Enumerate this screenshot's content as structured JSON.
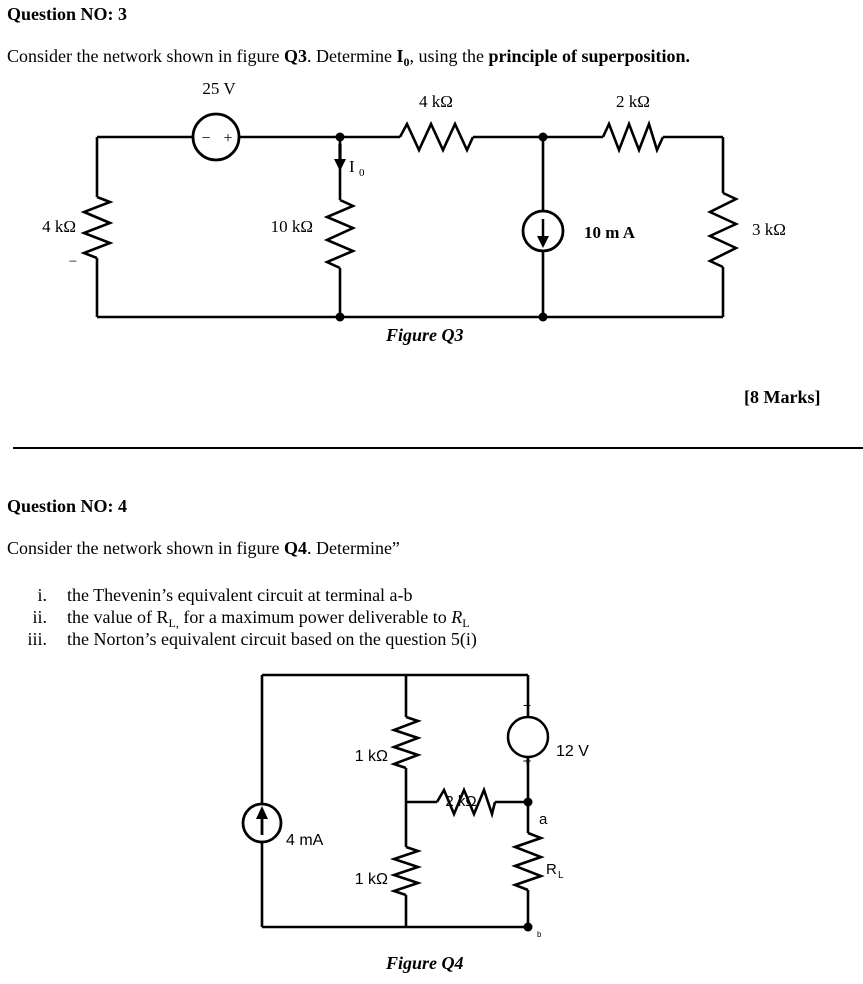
{
  "q3": {
    "heading": "Question NO: 3",
    "intro": {
      "p1": "Consider the network shown in figure ",
      "b1": "Q3",
      "p2": ". Determine ",
      "i_sym": "I",
      "i_sub": "0",
      "p3": ", using the ",
      "b2": "principle of superposition."
    },
    "circuit": {
      "vsource_label": "25 V",
      "vsource_minus": "−",
      "vsource_plus": "+",
      "r_top_left_label": "4 kΩ",
      "r_top_right_label": "2 kΩ",
      "r_left_label": "4 kΩ",
      "r_left_minus": "−",
      "r_mid_label": "10 kΩ",
      "i0_sym": "I",
      "i0_sub": "0",
      "isource_label": "10 m A",
      "r_right_label": "3 kΩ"
    },
    "caption": "Figure Q3",
    "marks": "[8 Marks]"
  },
  "q4": {
    "heading": "Question NO: 4",
    "intro": {
      "p1": "Consider the network shown in figure ",
      "b1": "Q4",
      "p2": ". Determine”"
    },
    "items": [
      {
        "num": "i.",
        "text": "the Thevenin’s equivalent circuit at terminal a-b"
      },
      {
        "num": "ii.",
        "t1": "the value of R",
        "sub1": "L,",
        "t2": " for a maximum power deliverable to ",
        "t3": "R",
        "sub2": "L"
      },
      {
        "num": "iii.",
        "text": "the Norton’s equivalent circuit based on the question 5(i)"
      }
    ],
    "circuit": {
      "isource_label": "4 mA",
      "r_top_label": "1 kΩ",
      "r_bottom_label": "1 kΩ",
      "r_mid_label": "2 kΩ",
      "vsource_label": "12 V",
      "vsource_minus": "−",
      "vsource_plus": "+",
      "node_a": "a",
      "node_b": "b",
      "rl_sym": "R",
      "rl_sub": "L"
    },
    "caption": "Figure Q4"
  },
  "colors": {
    "ink": "#000000",
    "paper": "#ffffff"
  }
}
